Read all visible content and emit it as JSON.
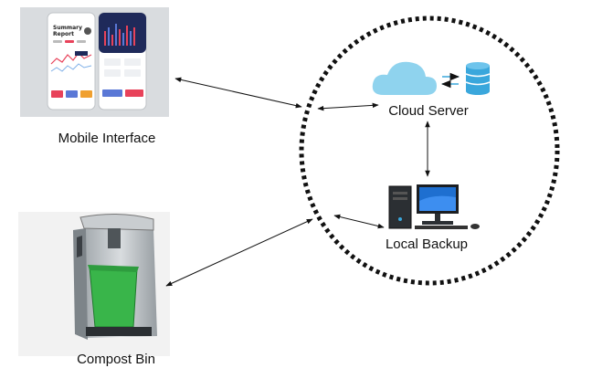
{
  "labels": {
    "mobile_interface": "Mobile Interface",
    "cloud_server": "Cloud Server",
    "local_backup": "Local Backup",
    "compost_bin": "Compost Bin"
  },
  "mockup": {
    "title_line1": "Summary",
    "title_line2": "Report"
  },
  "colors": {
    "cloud": "#8fd3ee",
    "database": "#3aa7dc",
    "bin_green": "#39b54a",
    "dotted_circle": "#111111",
    "phone_dark": "#1f2a5a",
    "accent_red": "#e8425a"
  }
}
